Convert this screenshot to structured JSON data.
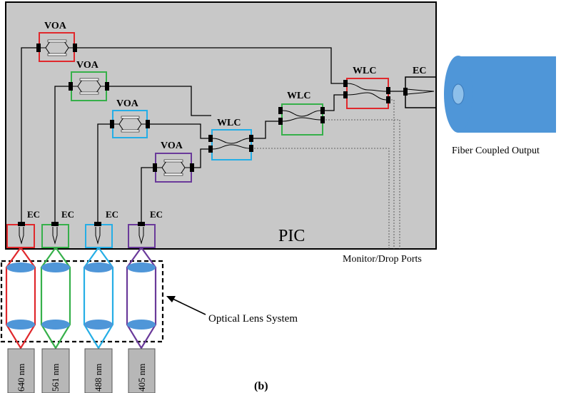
{
  "pic": {
    "label": "PIC",
    "voa_label": "VOA",
    "wlc_label": "WLC",
    "ec_label": "EC"
  },
  "fiber": {
    "label": "Fiber Coupled Output"
  },
  "monitor": {
    "label": "Monitor/Drop Ports"
  },
  "lens_system": {
    "label": "Optical Lens System"
  },
  "panel_label": "(b)",
  "wavelengths": [
    "640 nm",
    "561 nm",
    "488 nm",
    "405 nm"
  ],
  "colors": {
    "red": "#e0282c",
    "green": "#36b04a",
    "cyan": "#25aee6",
    "purple": "#6a3a9a",
    "blue": "#4f96d8",
    "chip": "#c8c8c8",
    "source": "#b7b7b7"
  }
}
